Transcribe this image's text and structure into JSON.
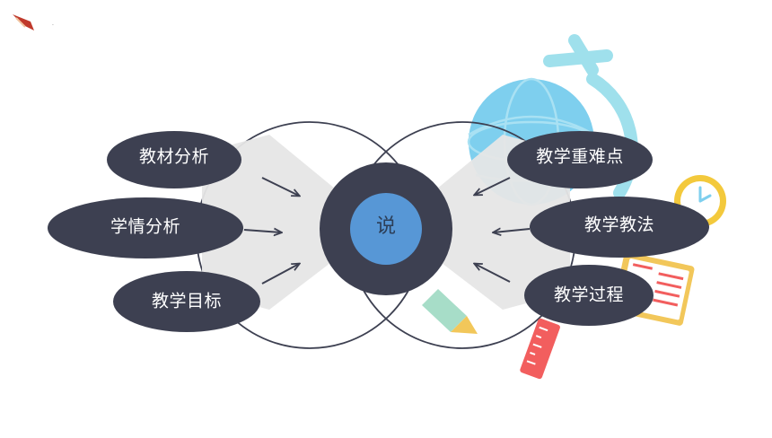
{
  "center": {
    "label": "说"
  },
  "left_items": [
    {
      "label": "教材分析"
    },
    {
      "label": "学情分析"
    },
    {
      "label": "教学目标"
    }
  ],
  "right_items": [
    {
      "label": "教学重难点"
    },
    {
      "label": "教学教法"
    },
    {
      "label": "教学过程"
    }
  ],
  "corner": {
    "dot": "."
  },
  "colors": {
    "pill": "#3d4051",
    "center_ring": "#3d4051",
    "center_fill": "#5797d6",
    "funnel": "#e6e6e6",
    "globe": "#7ecfee",
    "clock": "#f3c93c",
    "ruler": "#f25e5e",
    "book": "#f2c75a"
  },
  "icons": [
    "globe-icon",
    "clock-icon",
    "book-icon",
    "ruler-icon",
    "pencil-icon",
    "brand-mark-icon"
  ]
}
